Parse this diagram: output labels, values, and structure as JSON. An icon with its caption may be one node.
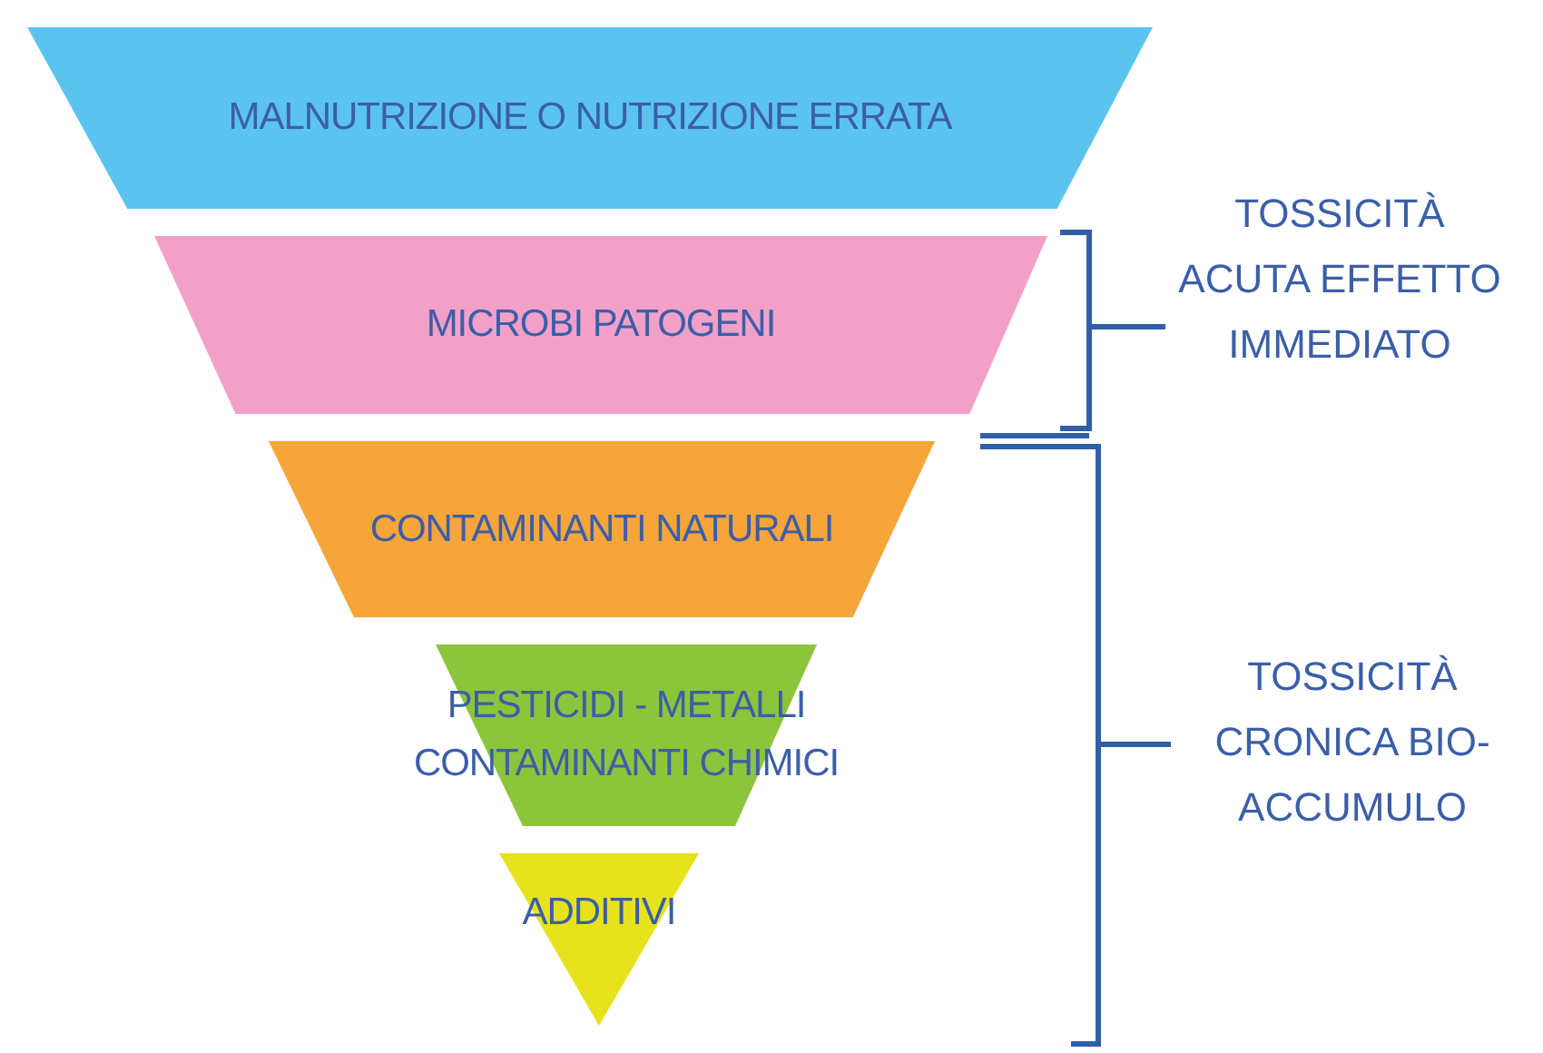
{
  "diagram": {
    "nodes": [
      {
        "text": [
          "MALNUTRIZIONE O NUTRIZIONE ERRATA"
        ]
      },
      {
        "text": [
          "MICROBI PATOGENI"
        ]
      },
      {
        "text": [
          "CONTAMINANTI NATURALI"
        ]
      },
      {
        "text": [
          "PESTICIDI - METALLI CONTAMINANTI CHIMICI"
        ]
      },
      {
        "text": [
          "ADDITIVI"
        ]
      }
    ],
    "labels": [
      "TOSSICITÀ ACUTA EFFETTO IMMEDIATO",
      "TOSSICITÀ CRONICA BIO-ACCUMULO"
    ]
  }
}
